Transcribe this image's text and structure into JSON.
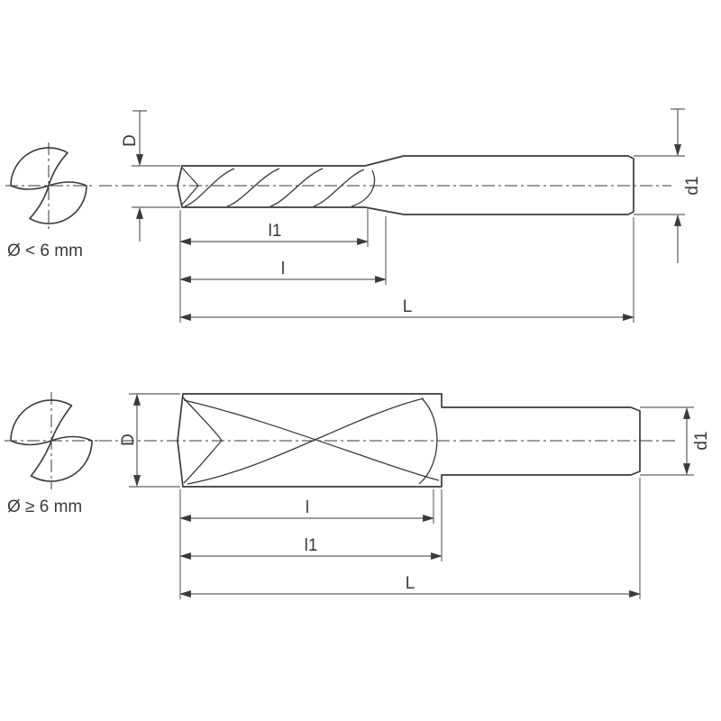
{
  "figure": {
    "background": "#ffffff",
    "line_color": "#3a3a3a",
    "top": {
      "size_label": "Ø < 6 mm",
      "dims": {
        "D": "D",
        "d1": "d1",
        "l1": "l1",
        "l": "l",
        "L": "L"
      }
    },
    "bottom": {
      "size_label": "Ø ≥ 6 mm",
      "dims": {
        "D": "D",
        "d1": "d1",
        "l": "l",
        "l1": "l1",
        "L": "L"
      }
    }
  }
}
